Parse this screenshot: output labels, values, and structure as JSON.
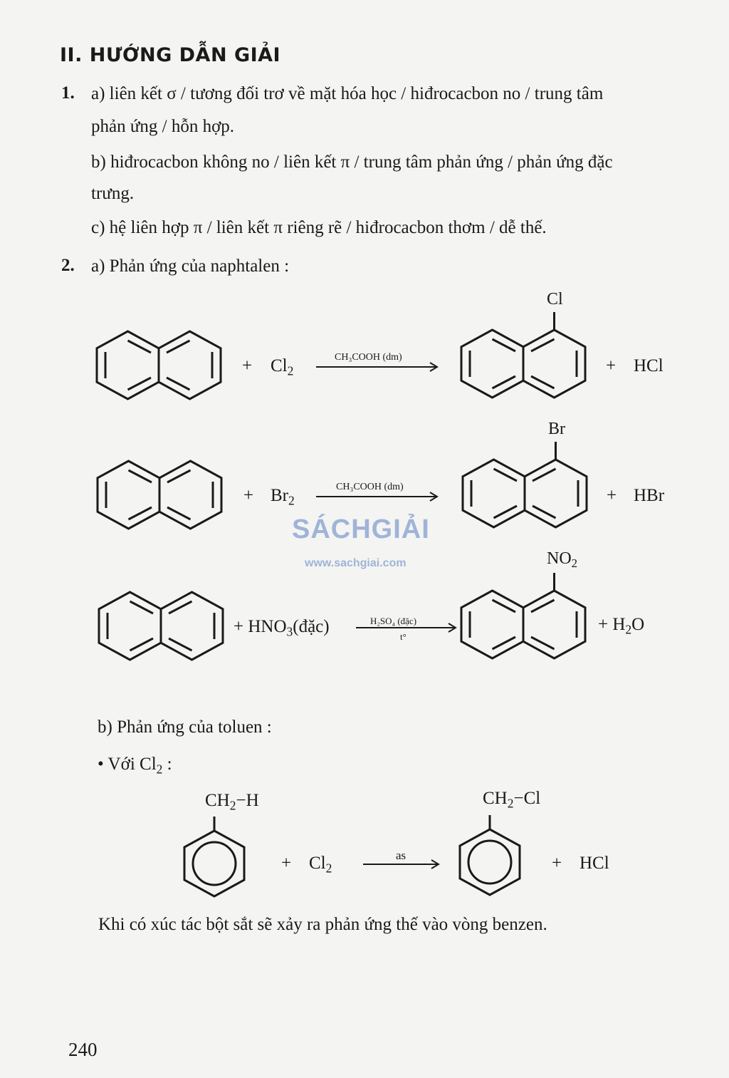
{
  "heading": "II. HƯỚNG DẪN GIẢI",
  "q1": {
    "number": "1.",
    "a_line1": "a) liên kết σ / tương đối trơ về mặt hóa học / hiđrocacbon no / trung tâm",
    "a_line2": "phản ứng / hỗn hợp.",
    "b_line1": "b) hiđrocacbon không no / liên kết π / trung tâm phản ứng / phản ứng đặc",
    "b_line2": "trưng.",
    "c_line1": "c) hệ liên hợp π / liên kết π riêng rẽ / hiđrocacbon thơm / dễ thế."
  },
  "q2": {
    "number": "2.",
    "a_title": "a) Phản ứng của naphtalen :",
    "r1": {
      "plus1": "+",
      "reagent": "Cl",
      "reagent_sub": "2",
      "cond": "CH₃COOH (dm)",
      "subst": "Cl",
      "plus2": "+",
      "product2": "HCl"
    },
    "r2": {
      "plus1": "+",
      "reagent": "Br",
      "reagent_sub": "2",
      "cond": "CH₃COOH (dm)",
      "subst": "Br",
      "plus2": "+",
      "product2": "HBr"
    },
    "r3": {
      "plus1": "+ HNO",
      "reagent_sub": "3",
      "reagent_tail": "(đặc)",
      "cond_top": "H₂SO₄ (đặc)",
      "cond_bottom": "t°",
      "subst": "NO",
      "subst_sub": "2",
      "product2_pre": "+ H",
      "product2_sub": "2",
      "product2_tail": "O"
    },
    "b_title": "b) Phản ứng của toluen :",
    "bullet": "• Với Cl",
    "bullet_sub": "2",
    "bullet_tail": " :",
    "r4": {
      "left_subst_pre": "CH",
      "left_subst_sub": "2",
      "left_subst_tail": "−H",
      "plus1": "+",
      "reagent": "Cl",
      "reagent_sub": "2",
      "cond": "as",
      "right_subst_pre": "CH",
      "right_subst_sub": "2",
      "right_subst_tail": "−Cl",
      "plus2": "+",
      "product2": "HCl"
    },
    "closing": "Khi có xúc tác bột sắt sẽ xảy ra phản ứng thế vào vòng benzen."
  },
  "watermark": {
    "brand": "SÁCHGIẢI",
    "url": "www.sachgiai.com"
  },
  "page_number": "240"
}
